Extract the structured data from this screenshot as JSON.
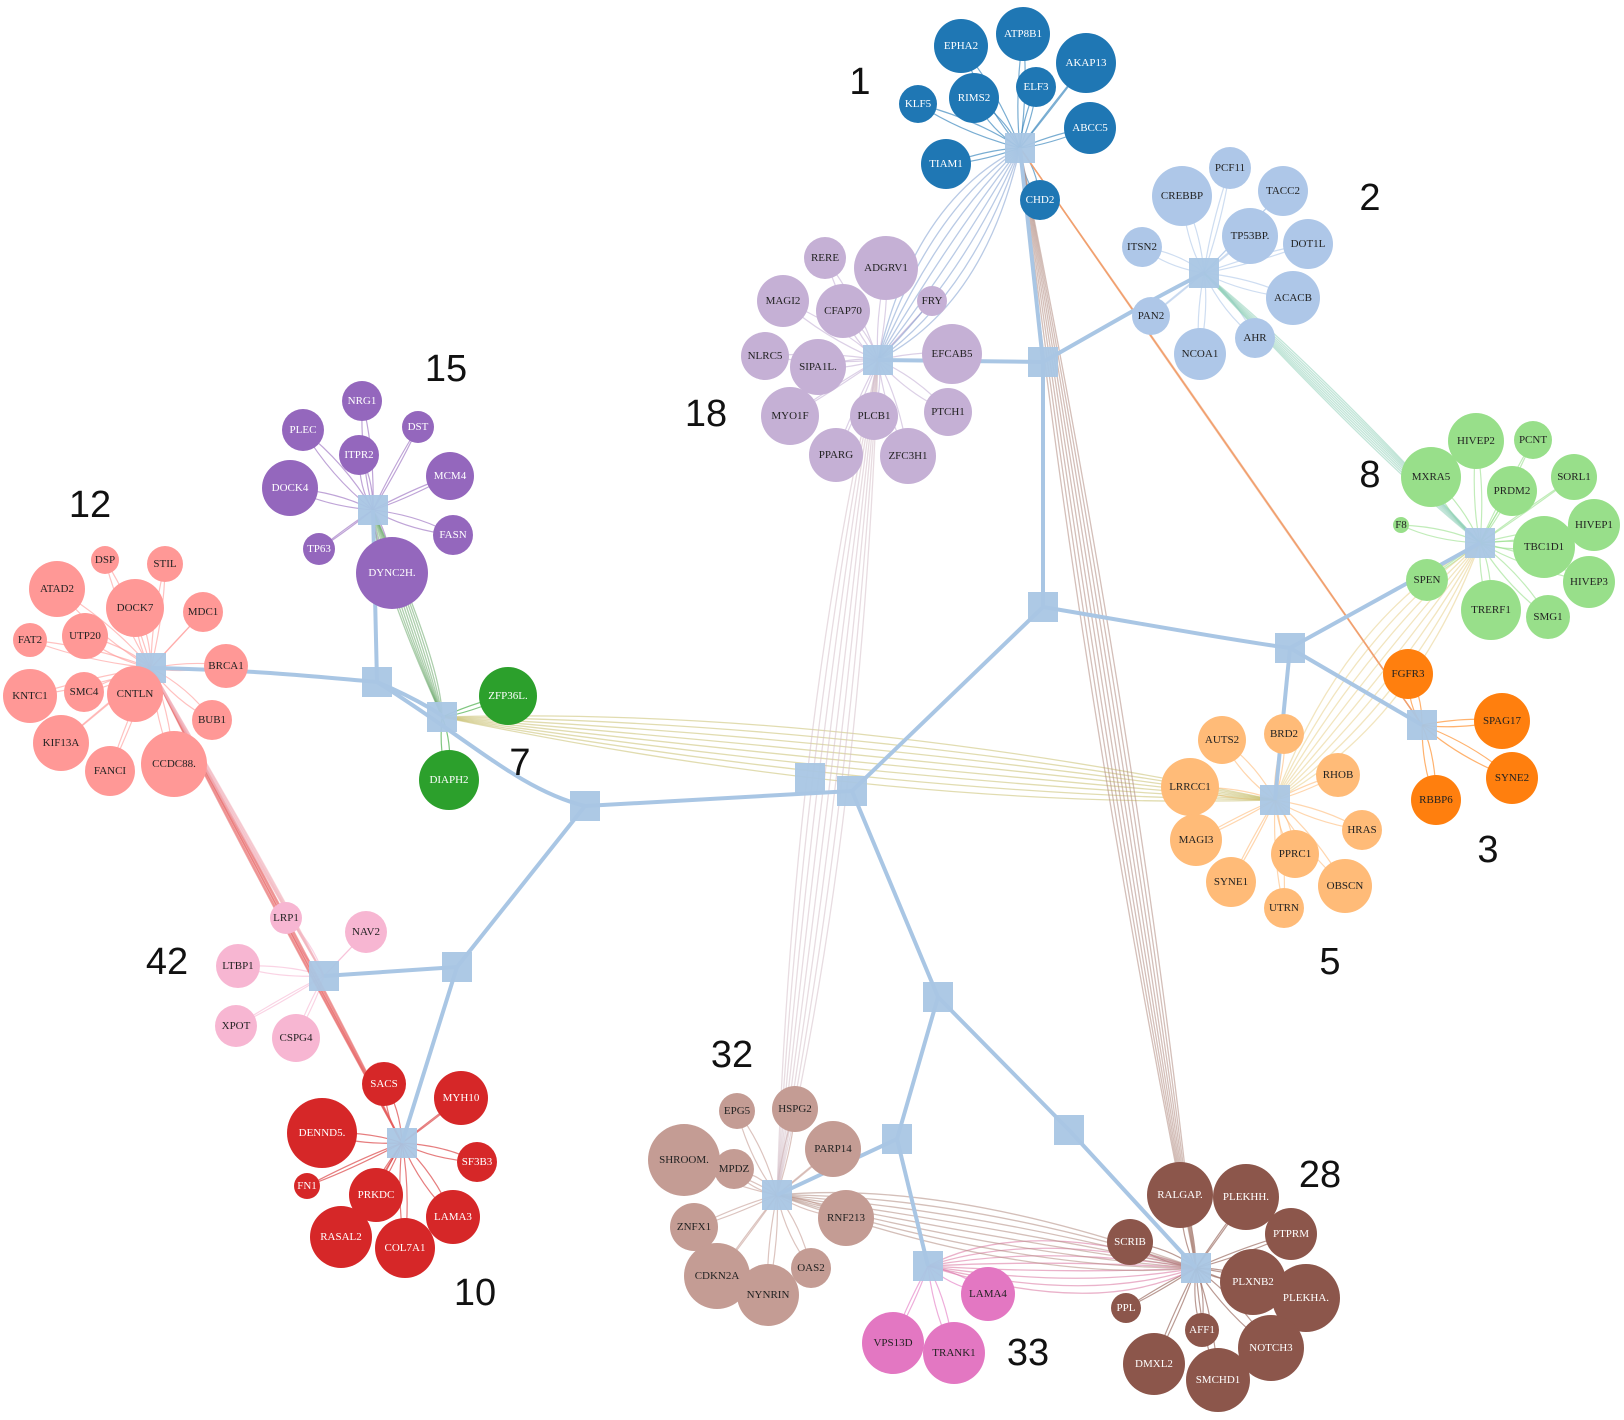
{
  "diagram_type": "hierarchical gene network",
  "backbone_color": "#a9c6e4",
  "clusters": [
    {
      "id": "1",
      "label": "1",
      "color": "#1f77b4",
      "text": "light",
      "nodes": [
        "EPHA2",
        "ATP8B1",
        "AKAP13",
        "KLF5",
        "RIMS2",
        "ELF3",
        "ABCC5",
        "TIAM1",
        "CHD2"
      ]
    },
    {
      "id": "2",
      "label": "2",
      "color": "#aec7e8",
      "text": "dark",
      "nodes": [
        "PCF11",
        "CREBBP",
        "TACC2",
        "ITSN2",
        "TP53BP.",
        "DOT1L",
        "ACACB",
        "PAN2",
        "AHR",
        "NCOA1"
      ]
    },
    {
      "id": "3",
      "label": "3",
      "color": "#ff7f0e",
      "text": "dark",
      "nodes": [
        "FGFR3",
        "SPAG17",
        "SYNE2",
        "RBBP6"
      ]
    },
    {
      "id": "5",
      "label": "5",
      "color": "#ffbb78",
      "text": "dark",
      "nodes": [
        "AUTS2",
        "BRD2",
        "LRRCC1",
        "RHOB",
        "MAGI3",
        "HRAS",
        "PPRC1",
        "SYNE1",
        "OBSCN",
        "UTRN"
      ]
    },
    {
      "id": "7",
      "label": "7",
      "color": "#2ca02c",
      "text": "light",
      "nodes": [
        "ZFP36L.",
        "DIAPH2"
      ]
    },
    {
      "id": "8",
      "label": "8",
      "color": "#98df8a",
      "text": "dark",
      "nodes": [
        "HIVEP2",
        "PCNT",
        "MXRA5",
        "SORL1",
        "PRDM2",
        "F8",
        "HIVEP1",
        "TBC1D1",
        "SPEN",
        "HIVEP3",
        "TRERF1",
        "SMG1"
      ]
    },
    {
      "id": "10",
      "label": "10",
      "color": "#d62728",
      "text": "light",
      "nodes": [
        "SACS",
        "MYH10",
        "DENND5.",
        "SF3B3",
        "FN1",
        "PRKDC",
        "LAMA3",
        "RASAL2",
        "COL7A1"
      ]
    },
    {
      "id": "12",
      "label": "12",
      "color": "#ff9896",
      "text": "dark",
      "nodes": [
        "DSP",
        "STIL",
        "ATAD2",
        "DOCK7",
        "MDC1",
        "FAT2",
        "UTP20",
        "BRCA1",
        "KNTC1",
        "SMC4",
        "CNTLN",
        "BUB1",
        "KIF13A",
        "FANCI",
        "CCDC88."
      ]
    },
    {
      "id": "15",
      "label": "15",
      "color": "#9467bd",
      "text": "light",
      "nodes": [
        "NRG1",
        "PLEC",
        "DST",
        "ITPR2",
        "DOCK4",
        "MCM4",
        "FASN",
        "TP63",
        "DYNC2H."
      ]
    },
    {
      "id": "18",
      "label": "18",
      "color": "#c5b0d5",
      "text": "dark",
      "nodes": [
        "RERE",
        "ADGRV1",
        "MAGI2",
        "CFAP70",
        "FRY",
        "NLRC5",
        "SIPA1L.",
        "EFCAB5",
        "MYO1F",
        "PLCB1",
        "PTCH1",
        "PPARG",
        "ZFC3H1"
      ]
    },
    {
      "id": "28",
      "label": "28",
      "color": "#8c564b",
      "text": "light",
      "nodes": [
        "RALGAP.",
        "PLEKHH.",
        "PTPRM",
        "SCRIB",
        "PLXNB2",
        "PLEKHA.",
        "PPL",
        "AFF1",
        "NOTCH3",
        "DMXL2",
        "SMCHD1"
      ]
    },
    {
      "id": "32",
      "label": "32",
      "color": "#c49c94",
      "text": "dark",
      "nodes": [
        "EPG5",
        "HSPG2",
        "SHROOM.",
        "MPDZ",
        "PARP14",
        "RNF213",
        "ZNFX1",
        "OAS2",
        "CDKN2A",
        "NYNRIN"
      ]
    },
    {
      "id": "33",
      "label": "33",
      "color": "#e377c2",
      "text": "dark",
      "nodes": [
        "LAMA4",
        "VPS13D",
        "TRANK1"
      ]
    },
    {
      "id": "42",
      "label": "42",
      "color": "#f7b6d2",
      "text": "dark",
      "nodes": [
        "LRP1",
        "NAV2",
        "LTBP1",
        "XPOT",
        "CSPG4"
      ]
    }
  ]
}
